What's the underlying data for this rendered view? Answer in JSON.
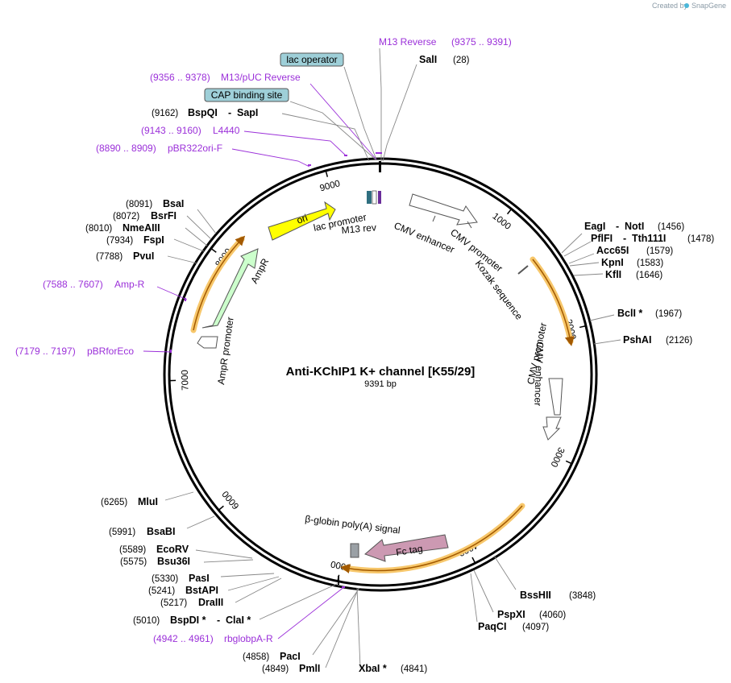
{
  "credit": {
    "text": "Created by",
    "brand": "SnapGene"
  },
  "plasmid": {
    "name": "Anti-KChIP1 K+ channel [K55/29]",
    "length": "9391 bp"
  },
  "ticks": [
    "1000",
    "2000",
    "3000",
    "4000",
    "5000",
    "6000",
    "7000",
    "8000",
    "9000"
  ],
  "enzymes": [
    {
      "name": "SalI",
      "pos": "(28)"
    },
    {
      "name": "BspQI",
      "name2": "SapI",
      "pos": "(9162)"
    },
    {
      "name": "BsaI",
      "pos": "(8091)"
    },
    {
      "name": "BsrFI",
      "pos": "(8072)"
    },
    {
      "name": "NmeAIII",
      "pos": "(8010)"
    },
    {
      "name": "FspI",
      "pos": "(7934)"
    },
    {
      "name": "PvuI",
      "pos": "(7788)"
    },
    {
      "name": "EagI",
      "name2": "NotI",
      "pos": "(1456)"
    },
    {
      "name": "PflFI",
      "name2": "Tth111I",
      "pos": "(1478)"
    },
    {
      "name": "Acc65I",
      "pos": "(1579)"
    },
    {
      "name": "KpnI",
      "pos": "(1583)"
    },
    {
      "name": "KflI",
      "pos": "(1646)"
    },
    {
      "name": "BclI *",
      "pos": "(1967)"
    },
    {
      "name": "PshAI",
      "pos": "(2126)"
    },
    {
      "name": "MluI",
      "pos": "(6265)"
    },
    {
      "name": "BsaBI",
      "pos": "(5991)"
    },
    {
      "name": "EcoRV",
      "pos": "(5589)"
    },
    {
      "name": "Bsu36I",
      "pos": "(5575)"
    },
    {
      "name": "PasI",
      "pos": "(5330)"
    },
    {
      "name": "BstAPI",
      "pos": "(5241)"
    },
    {
      "name": "DraIII",
      "pos": "(5217)"
    },
    {
      "name": "BspDI *",
      "name2": "ClaI *",
      "pos": "(5010)"
    },
    {
      "name": "PacI",
      "pos": "(4858)"
    },
    {
      "name": "PmlI",
      "pos": "(4849)"
    },
    {
      "name": "XbaI *",
      "pos": "(4841)"
    },
    {
      "name": "BssHII",
      "pos": "(3848)"
    },
    {
      "name": "PspXI",
      "pos": "(4060)"
    },
    {
      "name": "PaqCI",
      "pos": "(4097)"
    }
  ],
  "primers": [
    {
      "name": "M13 Reverse",
      "range": "(9375 .. 9391)"
    },
    {
      "name": "M13/pUC Reverse",
      "range": "(9356 .. 9378)"
    },
    {
      "name": "L4440",
      "range": "(9143 .. 9160)"
    },
    {
      "name": "pBR322ori-F",
      "range": "(8890 .. 8909)"
    },
    {
      "name": "Amp-R",
      "range": "(7588 .. 7607)"
    },
    {
      "name": "pBRforEco",
      "range": "(7179 .. 7197)"
    },
    {
      "name": "rbglobpA-R",
      "range": "(4942 .. 4961)"
    }
  ],
  "boxed_features": [
    "lac operator",
    "CAP binding site"
  ],
  "features": [
    "ori",
    "AmpR",
    "AmpR promoter",
    "lac promoter",
    "M13 rev",
    "CMV enhancer",
    "CMV promoter",
    "Kozak sequence",
    "CMV enhancer",
    "CMV promoter",
    "β-globin poly(A) signal",
    "Fc tag"
  ],
  "colors": {
    "primer": "#9b30d9",
    "ori": "#ffff00",
    "ampr": "#ccffcc",
    "fc_tag": "#cc99b2",
    "orf_highlight": "#f7c76b",
    "lac_box": "#9ecfd8"
  }
}
